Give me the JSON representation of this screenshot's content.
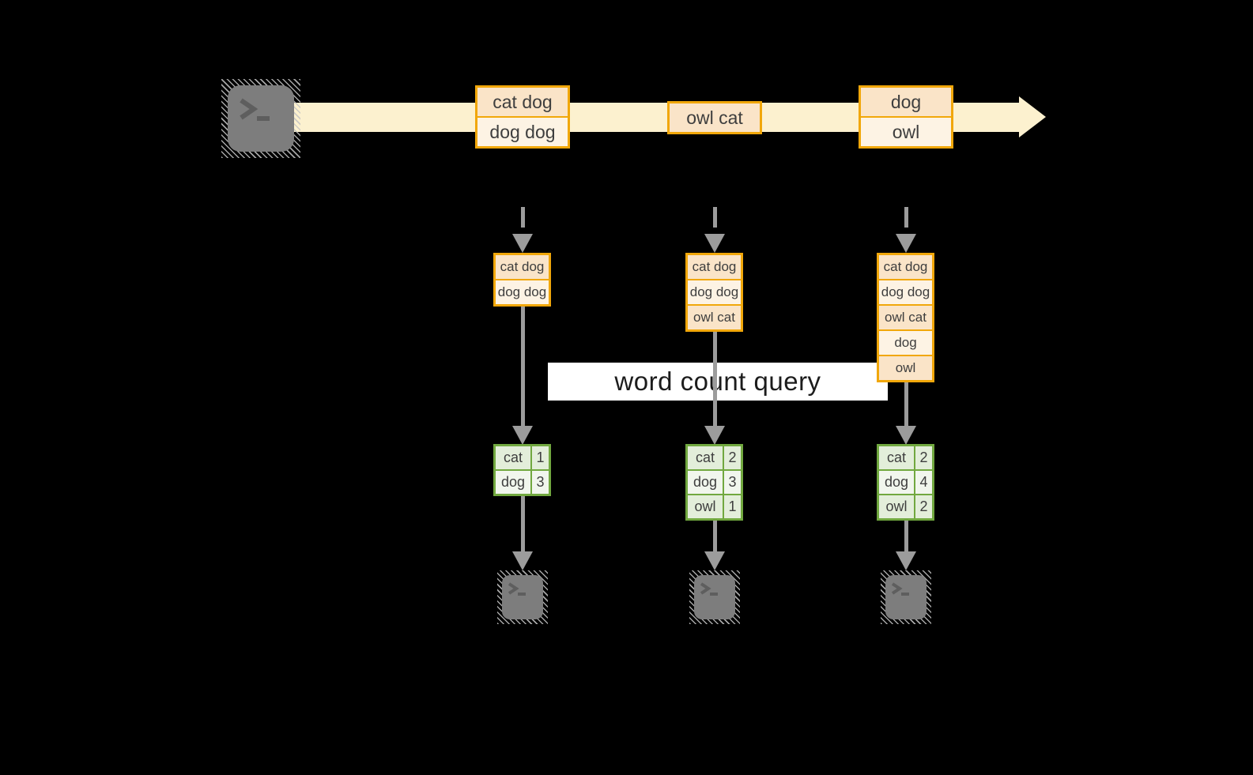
{
  "banner": {
    "label": "word count query"
  },
  "stream": {
    "source_icon": "terminal-icon",
    "messages": [
      {
        "cells": [
          "cat dog",
          "dog dog"
        ]
      },
      {
        "cells": [
          "owl cat"
        ]
      },
      {
        "cells": [
          "dog",
          "owl"
        ]
      }
    ]
  },
  "columns": [
    {
      "buffer": [
        "cat dog",
        "dog dog"
      ],
      "counts": [
        {
          "word": "cat",
          "count": "1"
        },
        {
          "word": "dog",
          "count": "3"
        }
      ],
      "sink_icon": "terminal-icon"
    },
    {
      "buffer": [
        "cat dog",
        "dog dog",
        "owl cat"
      ],
      "counts": [
        {
          "word": "cat",
          "count": "2"
        },
        {
          "word": "dog",
          "count": "3"
        },
        {
          "word": "owl",
          "count": "1"
        }
      ],
      "sink_icon": "terminal-icon"
    },
    {
      "buffer": [
        "cat dog",
        "dog dog",
        "owl cat",
        "dog",
        "owl"
      ],
      "counts": [
        {
          "word": "cat",
          "count": "2"
        },
        {
          "word": "dog",
          "count": "4"
        },
        {
          "word": "owl",
          "count": "2"
        }
      ],
      "sink_icon": "terminal-icon"
    }
  ],
  "colors": {
    "background": "#000000",
    "stream_band": "#fcf1cf",
    "message_border": "#f1a70a",
    "message_fill_dark": "#fae4c8",
    "message_fill_light": "#fdf3e4",
    "table_border": "#71a83f",
    "table_row_green": "#e3eeda",
    "table_row_light": "#f1f6ed",
    "arrow": "#9c9c9c",
    "terminal": "#7d7d7d",
    "banner_bg": "#ffffff",
    "banner_text": "#1c1c1c"
  }
}
